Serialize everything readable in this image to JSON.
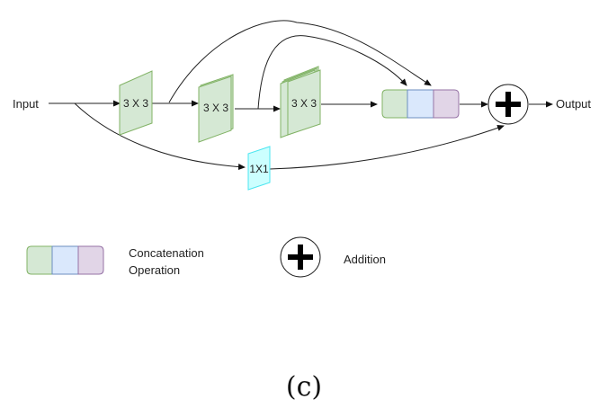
{
  "diagram": {
    "nodes": {
      "input": "Input",
      "conv1": "3 X 3",
      "conv2": "3 X 3",
      "conv3": "3 X 3",
      "conv1x1": "1X1",
      "output": "Output"
    },
    "legend": {
      "concat_line1": "Concatenation",
      "concat_line2": "Operation",
      "addition": "Addition"
    },
    "caption": "(c)",
    "colors": {
      "green": "#d5e8d4",
      "blue": "#dae8fc",
      "purple": "#e1d5e7",
      "cyan": "#ccffff"
    },
    "edges": [
      {
        "from": "input",
        "to": "conv1"
      },
      {
        "from": "conv1",
        "to": "conv2"
      },
      {
        "from": "conv2",
        "to": "conv3"
      },
      {
        "from": "conv3",
        "to": "concat"
      },
      {
        "from": "conv1",
        "to": "concat",
        "type": "skip"
      },
      {
        "from": "conv2",
        "to": "concat",
        "type": "skip"
      },
      {
        "from": "input",
        "to": "conv1x1"
      },
      {
        "from": "conv1x1",
        "to": "addition"
      },
      {
        "from": "concat",
        "to": "addition"
      },
      {
        "from": "addition",
        "to": "output"
      }
    ]
  }
}
